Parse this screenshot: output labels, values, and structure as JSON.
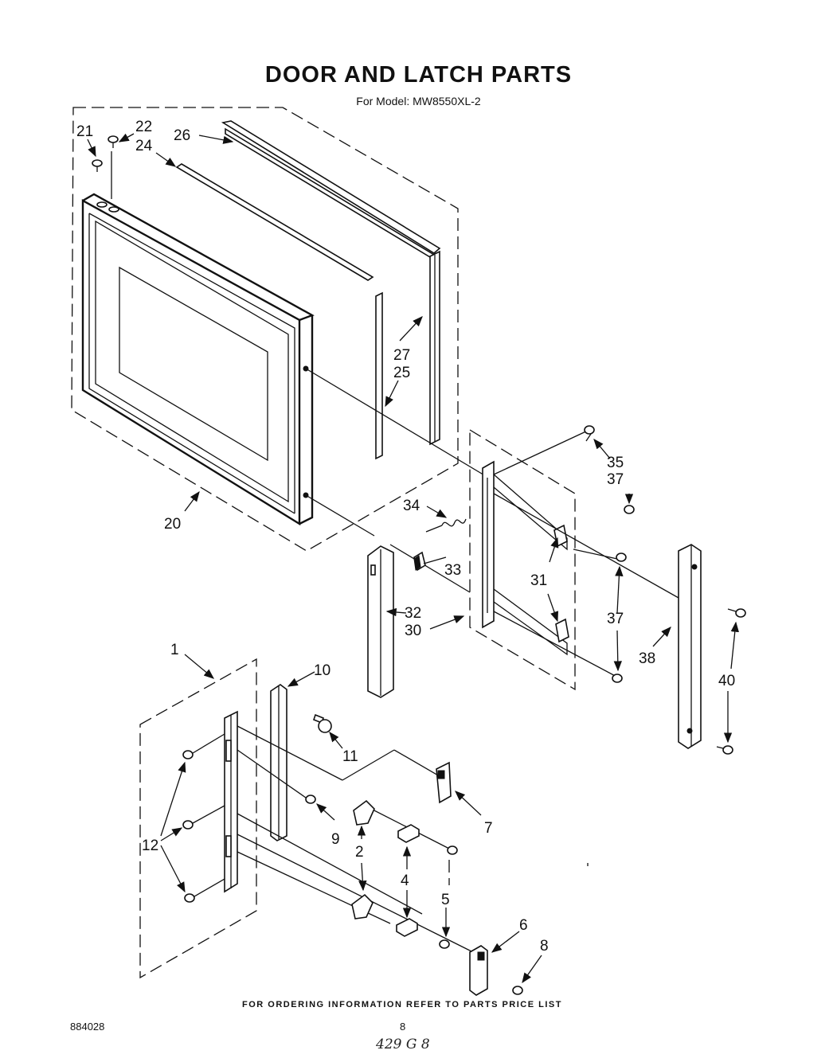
{
  "title": "DOOR AND LATCH PARTS",
  "subtitle": "For Model: MW8550XL-2",
  "footer": "FOR ORDERING INFORMATION REFER TO PARTS PRICE LIST",
  "doc_number": "884028",
  "page_number": "8",
  "handwritten_note": "429 G 8",
  "callouts": {
    "c21": "21",
    "c22": "22",
    "c24": "24",
    "c26": "26",
    "c27": "27",
    "c25": "25",
    "c20": "20",
    "c35": "35",
    "c37a": "37",
    "c34": "34",
    "c33": "33",
    "c31": "31",
    "c37b": "37",
    "c32": "32",
    "c30": "30",
    "c38": "38",
    "c40": "40",
    "c1": "1",
    "c10": "10",
    "c11": "11",
    "c7": "7",
    "c9": "9",
    "c12": "12",
    "c2": "2",
    "c4": "4",
    "c5": "5",
    "c6": "6",
    "c8": "8"
  }
}
